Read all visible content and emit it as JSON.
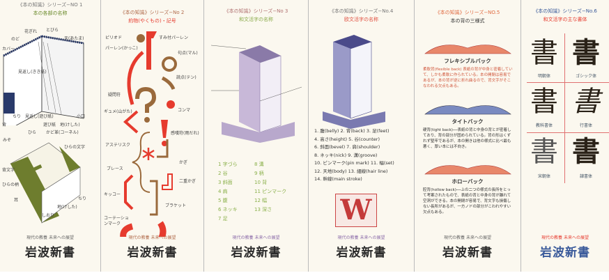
{
  "bookmarks": [
    {
      "series": "《本の知識》シリーズ−NO 1",
      "subtitle": "本の各部の名称",
      "labels": [
        "花ぎれ",
        "とびら",
        "のど",
        "天(あたま)",
        "カバー",
        "見返し(きき紙)",
        "ちり",
        "見返し(遊び紙)",
        "遊び紙",
        "地(けした)",
        "小口",
        "ひら",
        "かど革(コーネル)",
        "みぞ",
        "ひらの文字",
        "背文字",
        "ひらの柄",
        "耳",
        "ちり",
        "地(けした)",
        "しおり",
        "背"
      ]
    },
    {
      "series": "《本の知識》シリーズ−No 2",
      "subtitle": "約物(やくもの)・記号",
      "labels": [
        "ピリオド",
        "すみ付パーレン",
        "パーレン(かっこ)",
        "句点(マル)",
        "読点(テン)",
        "疑問符",
        "コンマ",
        "ギュメ(山がた)",
        "感嘆符(雨だれ)",
        "アステリスク",
        "かぎ",
        "ブレース",
        "二重かぎ",
        "キッコー",
        "ブラケット",
        "コーテーションマーク"
      ]
    },
    {
      "series": "《本の知識》シリーズ−No 3",
      "subtitle": "和文活字の名称",
      "list": [
        "1 字づら",
        "2 谷",
        "3 斜面",
        "4 肩",
        "5 腹",
        "6 ネッキ",
        "7 足",
        "8 溝",
        "9 柄",
        "10 背",
        "11 ピンマーク",
        "12 幅",
        "13 深さ"
      ]
    },
    {
      "series": "《本の知識》シリーズ−No.4",
      "subtitle": "欧文活字の名称",
      "list": [
        "1. 腹(belly)  2. 背(back)  3. 足(feet)",
        "4. 高さ(height)  5. 谷(counter)",
        "6. 斜面(bevel)  7. 肩(shoulder)",
        "8. ネッキ(nick)  9. 溝(groove)",
        "10. ピンマーク(pin mark)  11. 幅(set)",
        "12. 天地(body)  13. 細線(hair line)",
        "14. 幹線(main stroke)"
      ],
      "glyph": "W"
    },
    {
      "series": "《本の知識》シリーズ−NO.5",
      "subtitle": "本の背の三様式",
      "sections": [
        {
          "title": "フレキシブルバック",
          "text": "柔軟背(flexible back) 表紙の背が中身と密着していて、しかも柔軟に作られている。本の開閉は容易であるが、本の背が逆に折れ曲るので、背文字がそこなわれる欠点もある。"
        },
        {
          "title": "タイトバック",
          "text": "硬背(tight back)──表紙の背と中身の背とが密着しており、背の部分が固められている。背の形はくずれず堅牢であるが、本の開きは他の様式に比べ最も悪く、厚い本には不向き。"
        },
        {
          "title": "ホローバック",
          "text": "腔背(hollow back)──上の二つの様式の長所をとって考案されたもので、表紙の背と中身の背が離れて空洞ができる。本の開閉が容易で、背文字も損傷しない長所があるが、一方ノドの部分がこわれやすい欠点もある。"
        }
      ]
    },
    {
      "series": "《本の知識》シリーズ−No.6",
      "subtitle": "和文活字の主な書体",
      "glyph": "書",
      "fonts": [
        "明朝体",
        "ゴシック体",
        "教科書体",
        "行書体",
        "宋朝体",
        "隷書体"
      ]
    }
  ],
  "footer": {
    "tagline": "現代の教養 未来への展望",
    "brand": "岩波新書"
  },
  "colors": {
    "red": "#e63b2e",
    "brown": "#9a6a3c",
    "green": "#7a8c3a",
    "blue": "#3a5a9a"
  }
}
